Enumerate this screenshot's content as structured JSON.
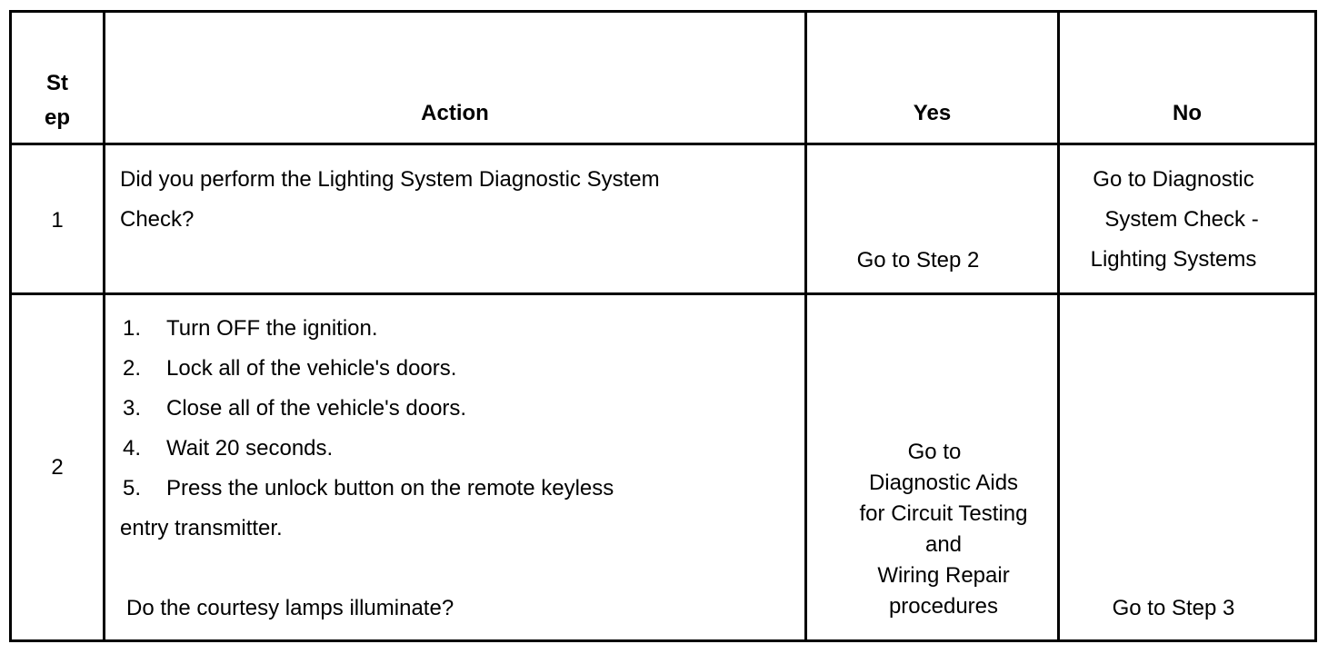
{
  "headers": {
    "step_line1": "St",
    "step_line2": "ep",
    "action": "Action",
    "yes": "Yes",
    "no": "No"
  },
  "rows": [
    {
      "step": "1",
      "action_lines": [
        "Did you perform the Lighting System Diagnostic System",
        "Check?"
      ],
      "yes": "Go to Step 2",
      "no_lines": [
        "Go to Diagnostic",
        "System Check -",
        "Lighting Systems"
      ]
    },
    {
      "step": "2",
      "action_items": [
        {
          "num": "1.",
          "text": "Turn OFF the ignition."
        },
        {
          "num": "2.",
          "text": "Lock all of the vehicle's doors."
        },
        {
          "num": "3.",
          "text": "Close all of the vehicle's doors."
        },
        {
          "num": "4.",
          "text": "Wait 20 seconds."
        },
        {
          "num": "5.",
          "text": "Press the unlock button on the remote keyless"
        }
      ],
      "action_continuation": "entry transmitter.",
      "action_question": "Do the courtesy lamps illuminate?",
      "yes_lines": [
        "Go to",
        "Diagnostic Aids",
        "for Circuit Testing",
        "and",
        "Wiring Repair",
        "procedures"
      ],
      "no": "Go to Step 3"
    }
  ]
}
